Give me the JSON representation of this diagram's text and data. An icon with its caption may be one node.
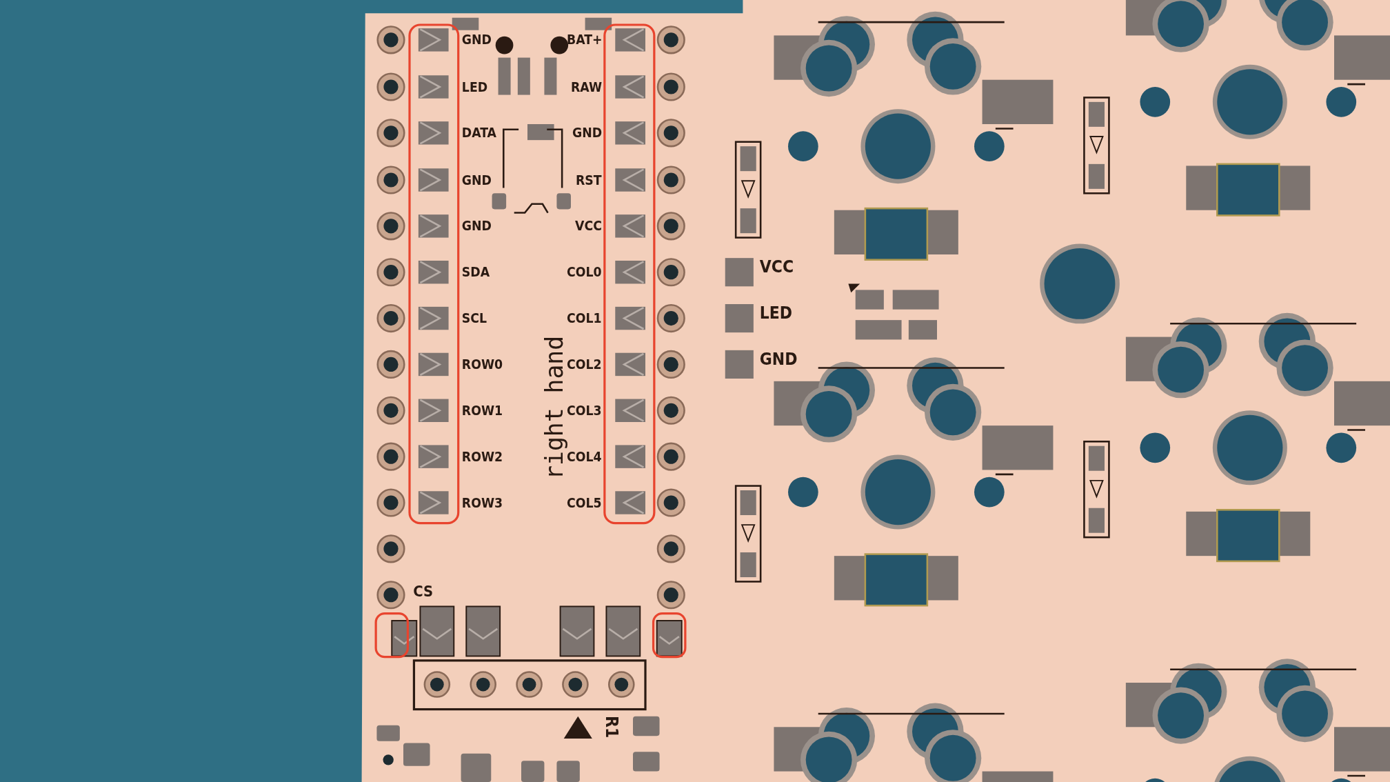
{
  "diagram": {
    "labels": [
      "GND",
      "BAT+",
      "LED",
      "RAW",
      "DATA",
      "GND",
      "GND",
      "RST",
      "GND",
      "VCC",
      "SDA",
      "COL0",
      "SCL",
      "COL1",
      "ROW0",
      "COL2",
      "ROW1",
      "COL3",
      "ROW2",
      "COL4",
      "ROW3",
      "COL5",
      "right hand",
      "VCC",
      "LED",
      "GND",
      "CS",
      "R1"
    ]
  }
}
